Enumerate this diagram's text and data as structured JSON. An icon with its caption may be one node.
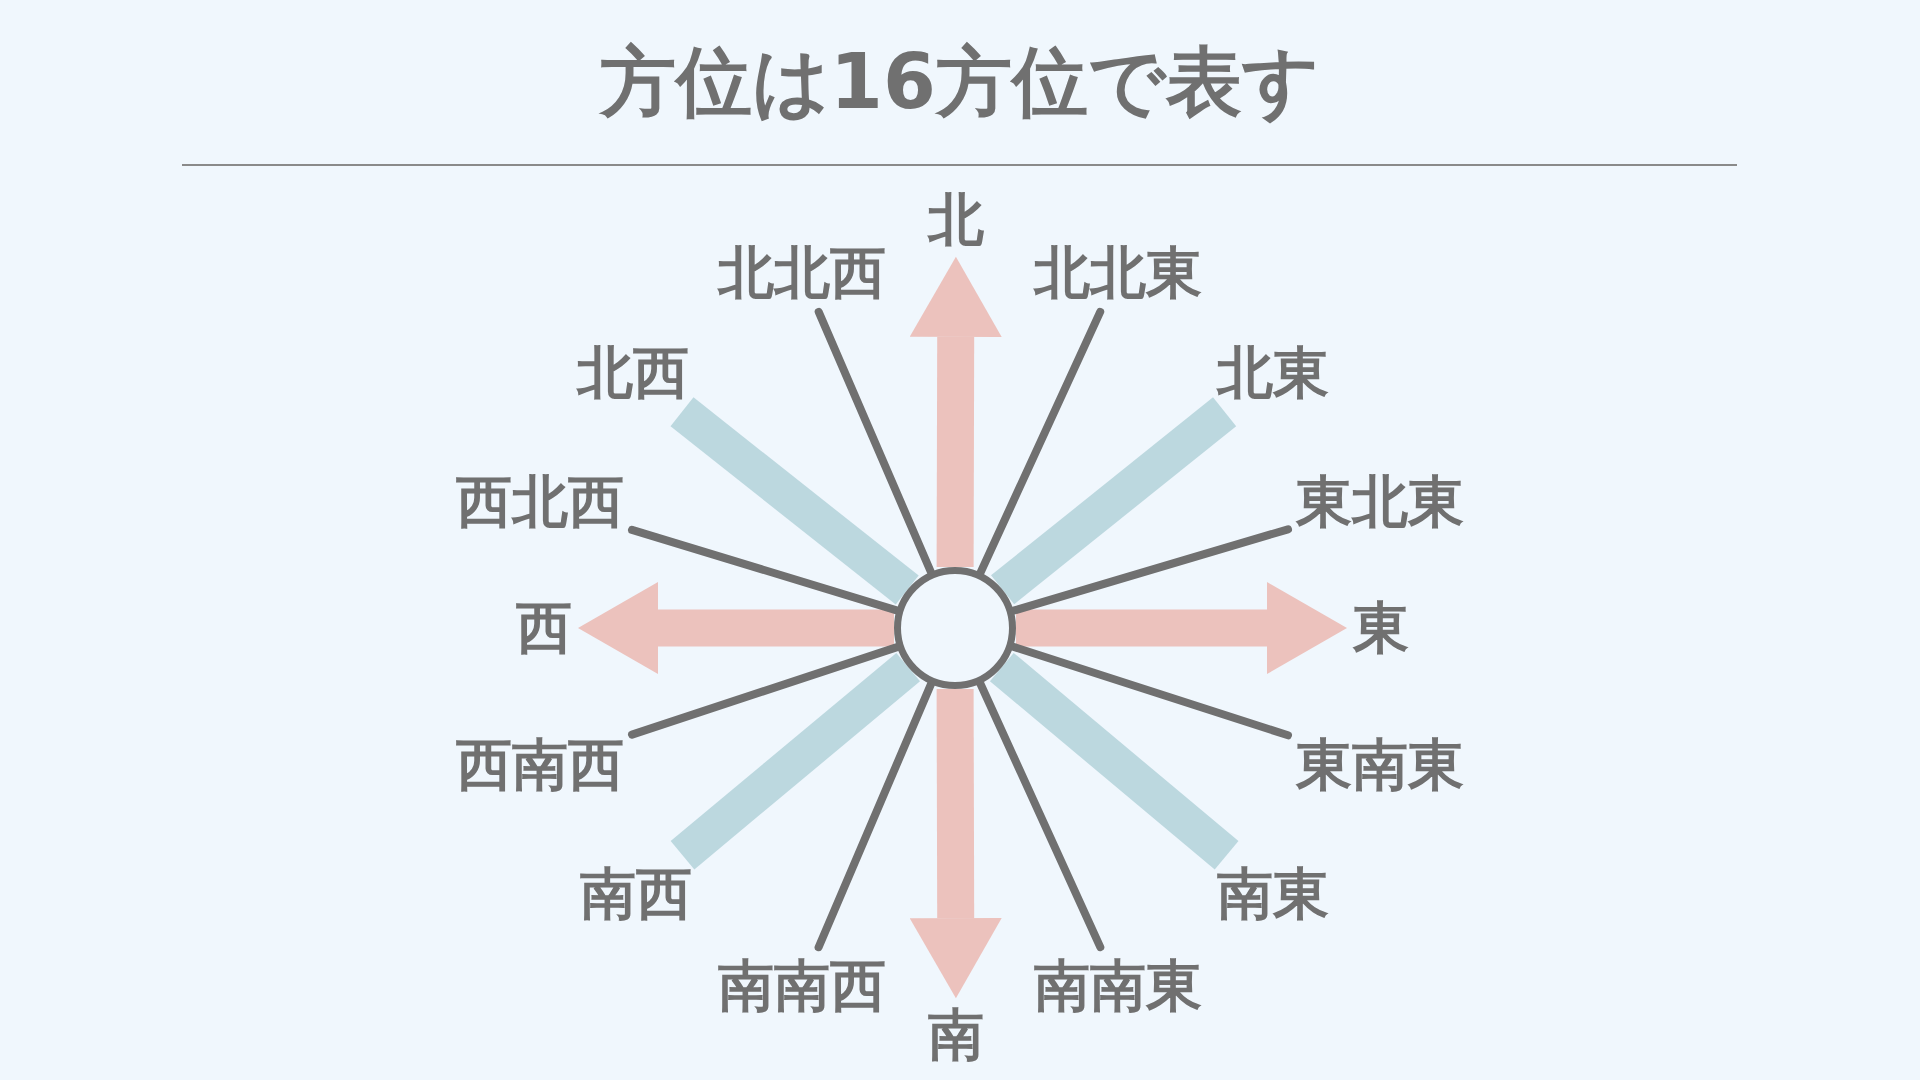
{
  "diagram": {
    "title": "方位は16方位で表す",
    "nodes": [
      {
        "text": [],
        "shape": "circle"
      },
      {
        "text": [
          "北"
        ]
      },
      {
        "text": [
          "北北東"
        ]
      },
      {
        "text": [
          "北東"
        ]
      },
      {
        "text": [
          "東北東"
        ]
      },
      {
        "text": [
          "東"
        ]
      },
      {
        "text": [
          "東南東"
        ]
      },
      {
        "text": [
          "南東"
        ]
      },
      {
        "text": [
          "南南東"
        ]
      },
      {
        "text": [
          "南"
        ]
      },
      {
        "text": [
          "南南西"
        ]
      },
      {
        "text": [
          "南西"
        ]
      },
      {
        "text": [
          "西南西"
        ]
      },
      {
        "text": [
          "西"
        ]
      },
      {
        "text": [
          "西北西"
        ]
      },
      {
        "text": [
          "北西"
        ]
      },
      {
        "text": [
          "北北西"
        ]
      }
    ],
    "edges": [
      {
        "from": 0,
        "to": 1,
        "arrow": "to",
        "style": "thick",
        "color": "#ecc2bd"
      },
      {
        "from": 0,
        "to": 2,
        "arrow": "none"
      },
      {
        "from": 0,
        "to": 3,
        "arrow": "none",
        "style": "thick",
        "color": "#bcd8df"
      },
      {
        "from": 0,
        "to": 4,
        "arrow": "none"
      },
      {
        "from": 0,
        "to": 5,
        "arrow": "to",
        "style": "thick",
        "color": "#ecc2bd"
      },
      {
        "from": 0,
        "to": 6,
        "arrow": "none"
      },
      {
        "from": 0,
        "to": 7,
        "arrow": "none",
        "style": "thick",
        "color": "#bcd8df"
      },
      {
        "from": 0,
        "to": 8,
        "arrow": "none"
      },
      {
        "from": 0,
        "to": 9,
        "arrow": "to",
        "style": "thick",
        "color": "#ecc2bd"
      },
      {
        "from": 0,
        "to": 10,
        "arrow": "none"
      },
      {
        "from": 0,
        "to": 11,
        "arrow": "none",
        "style": "thick",
        "color": "#bcd8df"
      },
      {
        "from": 0,
        "to": 12,
        "arrow": "none"
      },
      {
        "from": 0,
        "to": 13,
        "arrow": "to",
        "style": "thick",
        "color": "#ecc2bd"
      },
      {
        "from": 0,
        "to": 14,
        "arrow": "none"
      },
      {
        "from": 0,
        "to": 15,
        "arrow": "none",
        "style": "thick",
        "color": "#bcd8df"
      },
      {
        "from": 0,
        "to": 16,
        "arrow": "none"
      }
    ]
  }
}
